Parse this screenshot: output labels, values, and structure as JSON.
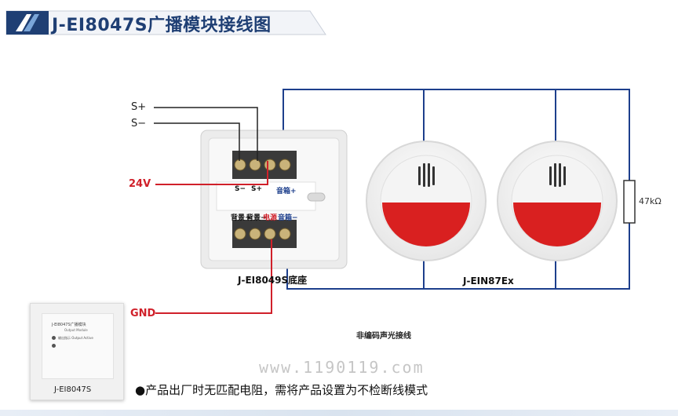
{
  "header": {
    "title": "J-EI8047S广播模块接线图"
  },
  "wires": {
    "s_plus": "S+",
    "s_minus": "S−",
    "power_24v": "24V",
    "ground": "GND"
  },
  "base": {
    "model": "J-EI8049S底座",
    "top_terminals": {
      "s_minus": "S−",
      "s_plus": "S+",
      "speaker_plus": "音箱+"
    },
    "bottom_terminals": {
      "bg1": "背景+",
      "bg2": "背景−",
      "power": "电源",
      "speaker_minus": "音箱−"
    }
  },
  "speakers": {
    "model": "J-EIN87Ex",
    "count": 2
  },
  "resistor": {
    "value": "47kΩ"
  },
  "caption": "非编码声光接线",
  "module": {
    "model": "J-EI8047S",
    "face_title": "J-EI8047S广播模块",
    "face_subtitle": "Output Module",
    "face_indicator": "输出指示 Output Active"
  },
  "watermark": "www.1190119.com",
  "note": "●产品出厂时无匹配电阻，需将产品设置为不检断线模式",
  "colors": {
    "title": "#1f3f74",
    "wire_blue": "#1d3f8c",
    "wire_red": "#d0202a",
    "speaker_red": "#d92020"
  }
}
